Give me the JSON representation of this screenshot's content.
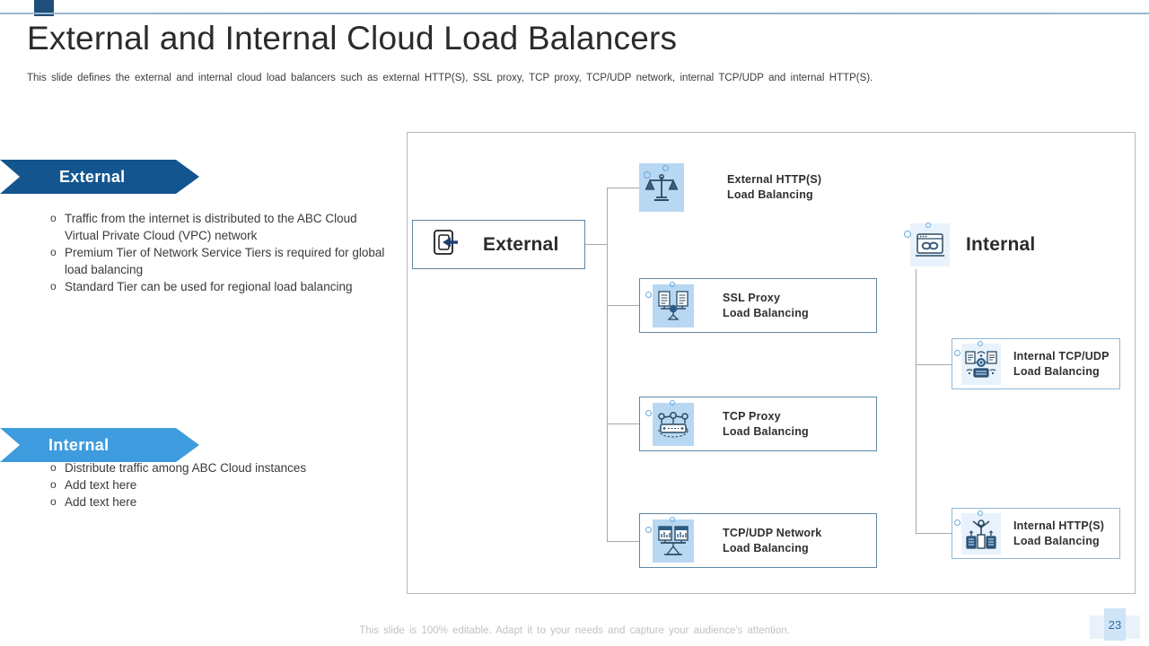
{
  "header": {
    "title": "External and Internal Cloud Load Balancers",
    "subtitle": "This slide defines the external and internal cloud load balancers such as external HTTP(S),  SSL proxy, TCP proxy, TCP/UDP network, internal TCP/UDP and internal HTTP(S)."
  },
  "sidebar": {
    "external": {
      "banner_label": "External",
      "banner_color": "#13558f",
      "bullets": [
        "Traffic from the internet  is distributed to the ABC Cloud Virtual Private Cloud (VPC) network",
        "Premium Tier of Network Service Tiers is required for global load balancing",
        "Standard Tier can be used for regional load balancing"
      ]
    },
    "internal": {
      "banner_label": "Internal",
      "banner_color": "#3e9bdd",
      "bullets": [
        "Distribute traffic among ABC Cloud instances",
        "Add text here",
        "Add text here"
      ]
    },
    "bullet_marker": "o"
  },
  "diagram": {
    "external_root": {
      "label": "External",
      "icon": "external-login-arrow-icon"
    },
    "internal_root": {
      "label": "Internal",
      "icon": "internal-browser-link-icon"
    },
    "external_children": [
      {
        "line1": "External HTTP(S)",
        "line2": "Load Balancing",
        "icon": "balance-scale-icon",
        "boxed": false
      },
      {
        "line1": "SSL Proxy",
        "line2": "Load Balancing",
        "icon": "ssl-documents-icon",
        "boxed": true
      },
      {
        "line1": "TCP Proxy",
        "line2": "Load Balancing",
        "icon": "tcp-server-icon",
        "boxed": true
      },
      {
        "line1": "TCP/UDP Network",
        "line2": "Load Balancing",
        "icon": "network-charts-icon",
        "boxed": true
      }
    ],
    "internal_children": [
      {
        "line1": "Internal TCP/UDP",
        "line2": "Load Balancing",
        "icon": "internal-network-node-icon",
        "boxed": true
      },
      {
        "line1": "Internal HTTP(S)",
        "line2": "Load Balancing",
        "icon": "internal-person-servers-icon",
        "boxed": true
      }
    ]
  },
  "footer": {
    "note": "This slide is 100% editable. Adapt it to your needs and capture your audience's attention.",
    "page_number": "23"
  },
  "colors": {
    "dark_blue": "#13558f",
    "light_blue": "#3e9bdd",
    "icon_tile": "#b8d7f2",
    "connector": "#a8a8a8"
  }
}
